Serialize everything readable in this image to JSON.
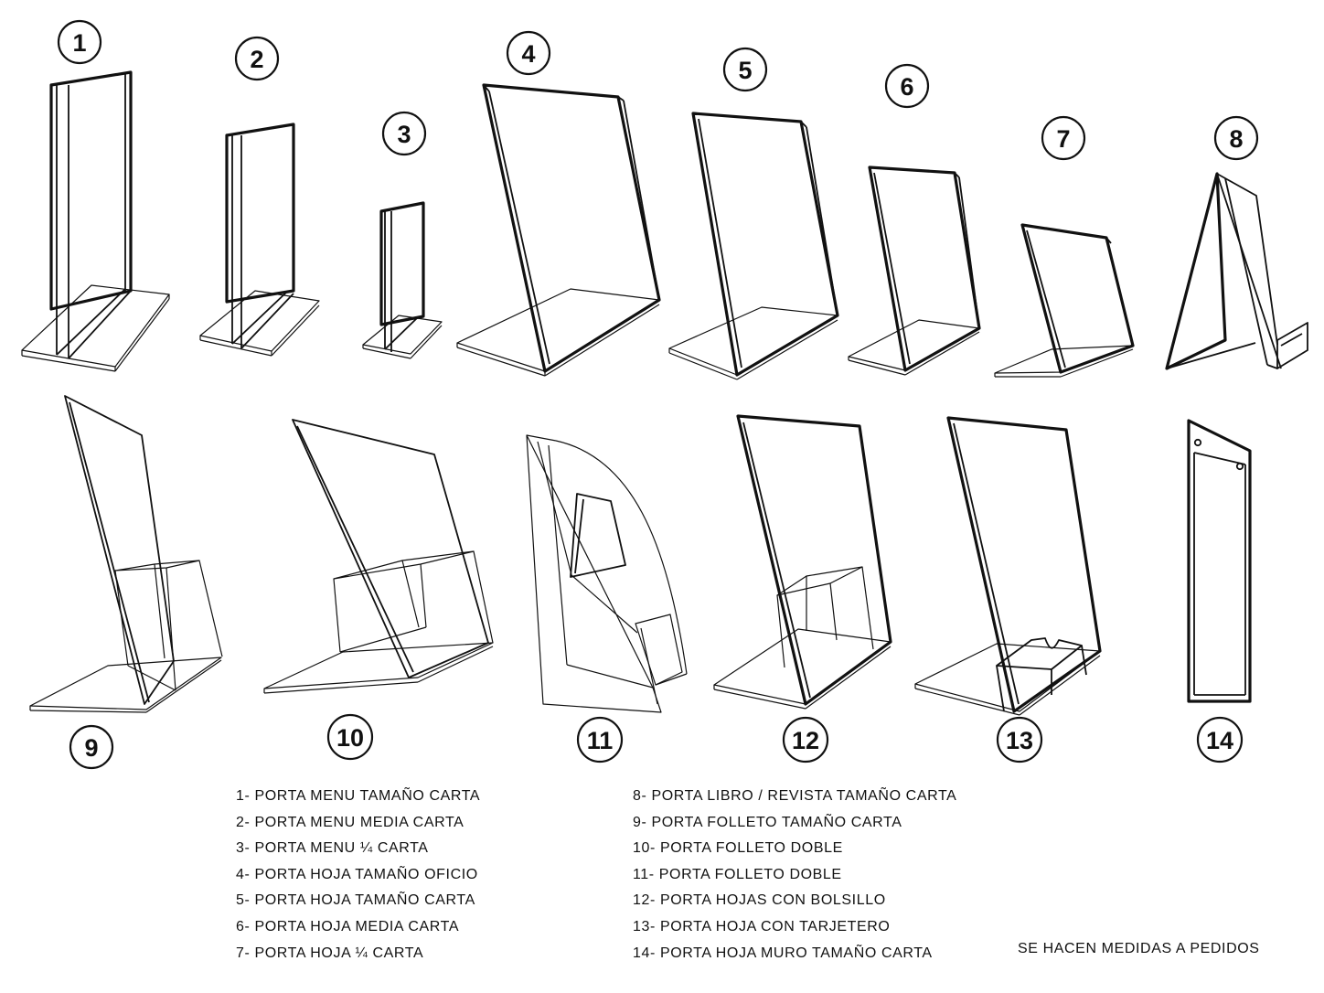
{
  "items": [
    {
      "number": "1"
    },
    {
      "number": "2"
    },
    {
      "number": "3"
    },
    {
      "number": "4"
    },
    {
      "number": "5"
    },
    {
      "number": "6"
    },
    {
      "number": "7"
    },
    {
      "number": "8"
    },
    {
      "number": "9"
    },
    {
      "number": "10"
    },
    {
      "number": "11"
    },
    {
      "number": "12"
    },
    {
      "number": "13"
    },
    {
      "number": "14"
    }
  ],
  "legend": {
    "left": [
      "1- PORTA MENU TAMAÑO CARTA",
      "2- PORTA MENU MEDIA CARTA",
      "3- PORTA MENU ¼ CARTA",
      "4- PORTA HOJA TAMAÑO OFICIO",
      "5- PORTA HOJA TAMAÑO CARTA",
      "6- PORTA HOJA MEDIA CARTA",
      "7- PORTA HOJA ¼ CARTA"
    ],
    "right": [
      "8- PORTA LIBRO / REVISTA TAMAÑO CARTA",
      "9- PORTA FOLLETO TAMAÑO CARTA",
      "10- PORTA FOLLETO DOBLE",
      "11- PORTA FOLLETO DOBLE",
      "12- PORTA HOJAS CON BOLSILLO",
      "13- PORTA HOJA CON TARJETERO",
      "14- PORTA HOJA MURO TAMAÑO CARTA"
    ]
  },
  "note": "SE HACEN MEDIDAS A PEDIDOS",
  "colors": {
    "line": "#111111",
    "background": "#ffffff"
  }
}
